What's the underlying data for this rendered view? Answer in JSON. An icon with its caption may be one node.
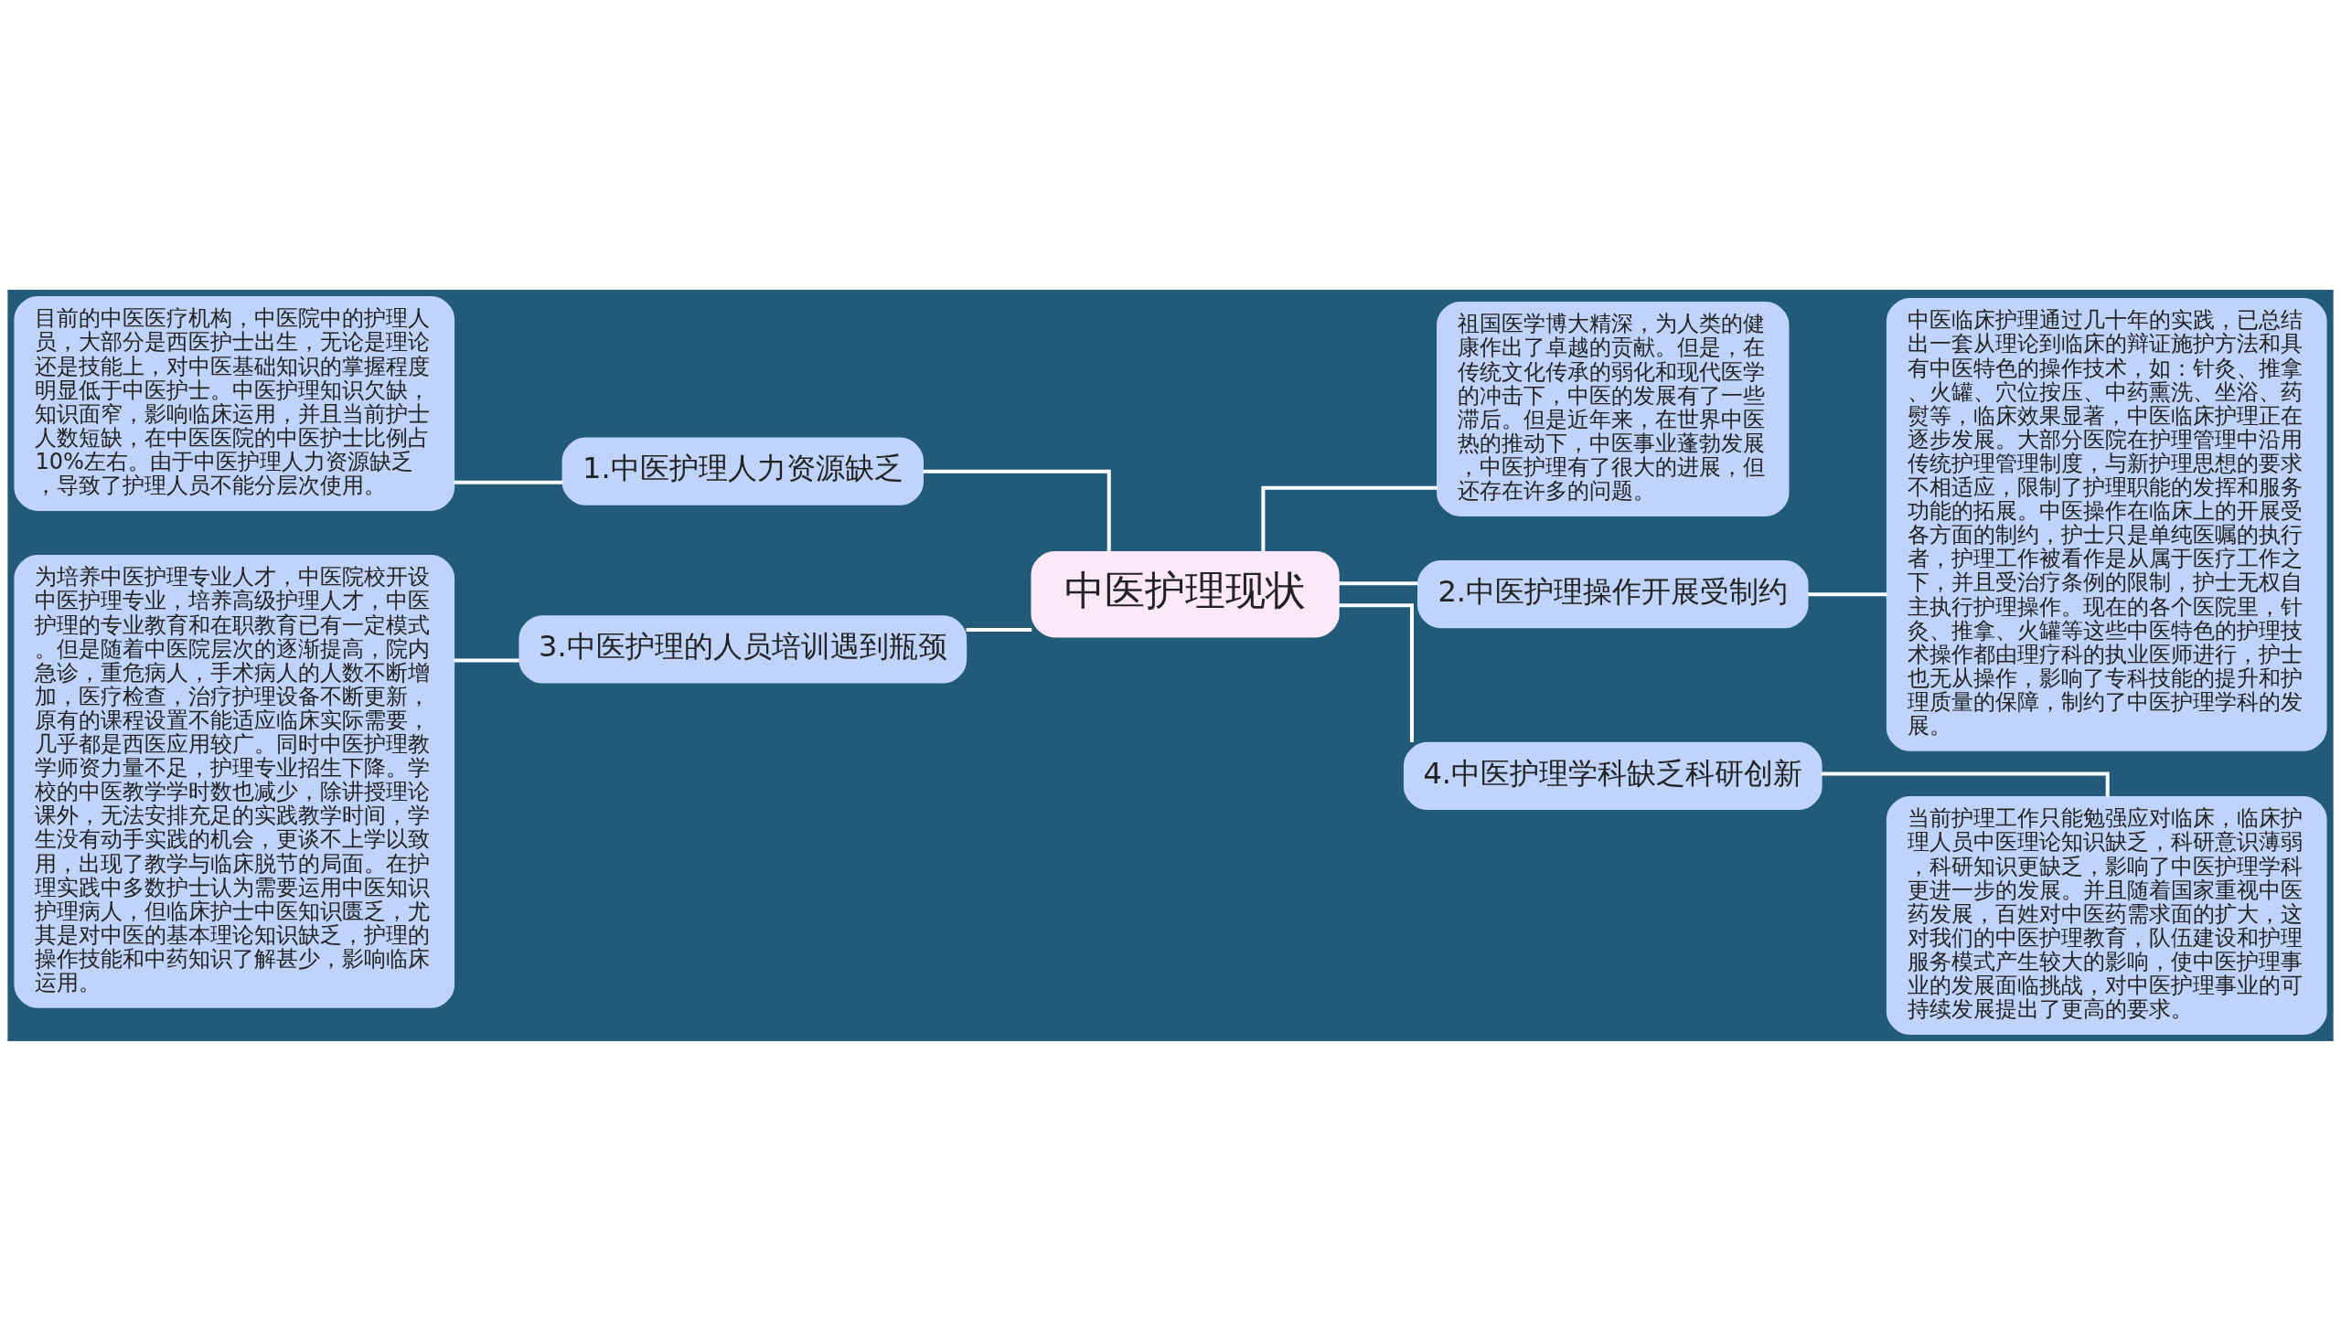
{
  "diagram": {
    "nodes": [
      {
        "text": [
          "中医护理现状"
        ]
      },
      {
        "text": [
          "1.中医护理人力资源缺乏"
        ]
      },
      {
        "text": [
          "目前的中医医疗机构，中医院中的护理人员，大部分是西医护士出生，无论是理论还是技能上，对中医基础知识的掌握程度明显低于中医护士。中医护理知识欠缺，知识面窄，影响临床运用，并且当前护士人数短缺，在中医医院的中医护士比例占10%左右。由于中医护理人力资源缺乏，导致了护理人员不能分层次使用。"
        ]
      },
      {
        "text": [
          "3.中医护理的人员培训遇到瓶颈"
        ]
      },
      {
        "text": [
          "为培养中医护理专业人才，中医院校开设中医护理专业，培养高级护理人才，中医护理的专业教育和在职教育已有一定模式。但是随着中医院层次的逐渐提高，院内急诊，重危病人，手术病人的人数不断增加，医疗检查，治疗护理设备不断更新，原有的课程设置不能适应临床实际需要，几乎都是西医应用较广。同时中医护理教学师资力量不足，护理专业招生下降。学校的中医教学学时数也减少，除讲授理论课外，无法安排充足的实践教学时间，学生没有动手实践的机会，更谈不上学以致用，出现了教学与临床脱节的局面。在护理实践中多数护士认为需要运用中医知识护理病人，但临床护士中医知识匮乏，尤其是对中医的基本理论知识缺乏，护理的操作技能和中药知识了解甚少，影响临床运用。"
        ]
      },
      {
        "text": [
          "祖国医学博大精深，为人类的健康作出了卓越的贡献。但是，在传统文化传承的弱化和现代医学的冲击下，中医的发展有了一些滞后。但是近年来，在世界中医热的推动下，中医事业蓬勃发展，中医护理有了很大的进展，但还存在许多的问题。"
        ]
      },
      {
        "text": [
          "2.中医护理操作开展受制约"
        ]
      },
      {
        "text": [
          "中医临床护理通过几十年的实践，已总结出一套从理论到临床的辩证施护方法和具有中医特色的操作技术，如：针灸、推拿、火罐、穴位按压、中药熏洗、坐浴、药熨等，临床效果显著，中医临床护理正在逐步发展。大部分医院在护理管理中沿用传统护理管理制度，与新护理思想的要求不相适应，限制了护理职能的发挥和服务功能的拓展。中医操作在临床上的开展受各方面的制约，护士只是单纯医嘱的执行者，护理工作被看作是从属于医疗工作之下，并且受治疗条例的限制，护士无权自主执行护理操作。现在的各个医院里，针灸、推拿、火罐等这些中医特色的护理技术操作都由理疗科的执业医师进行，护士也无从操作，影响了专科技能的提升和护理质量的保障，制约了中医护理学科的发展。"
        ]
      },
      {
        "text": [
          "4.中医护理学科缺乏科研创新"
        ]
      },
      {
        "text": [
          "当前护理工作只能勉强应对临床，临床护理人员中医理论知识缺乏，科研意识薄弱，科研知识更缺乏，影响了中医护理学科更进一步的发展。并且随着国家重视中医药发展，百姓对中医药需求面的扩大，这对我们的中医护理教育，队伍建设和护理服务模式产生较大的影响，使中医护理事业的发展面临挑战，对中医护理事业的可持续发展提出了更高的要求。"
        ]
      }
    ],
    "edges": [
      {
        "from": 0,
        "to": 1,
        "arrow": "none"
      },
      {
        "from": 1,
        "to": 2,
        "arrow": "none"
      },
      {
        "from": 0,
        "to": 3,
        "arrow": "none"
      },
      {
        "from": 3,
        "to": 4,
        "arrow": "none"
      },
      {
        "from": 0,
        "to": 5,
        "arrow": "none"
      },
      {
        "from": 0,
        "to": 6,
        "arrow": "none"
      },
      {
        "from": 6,
        "to": 7,
        "arrow": "none"
      },
      {
        "from": 0,
        "to": 8,
        "arrow": "none"
      },
      {
        "from": 8,
        "to": 9,
        "arrow": "none"
      }
    ]
  }
}
